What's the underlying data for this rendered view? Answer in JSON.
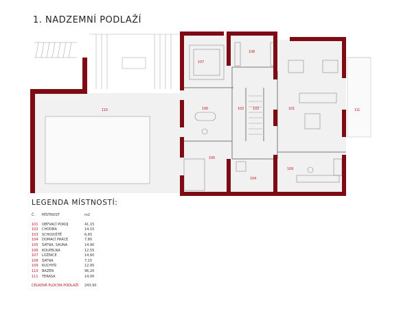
{
  "title": "1. NADZEMNÍ PODLAŽÍ",
  "legend": {
    "title": "LEGENDA MÍSTNOSTÍ:",
    "header": {
      "num": "Č.",
      "name": "MÍSTNOST",
      "area": "m2"
    },
    "rows": [
      {
        "num": "101",
        "name": "OBÝVACÍ POKOJ",
        "area": "41,15"
      },
      {
        "num": "102",
        "name": "CHODBA",
        "area": "14,10"
      },
      {
        "num": "103",
        "name": "SCHODIŠTĚ",
        "area": "6,65"
      },
      {
        "num": "104",
        "name": "DOMACÍ PRÁCE",
        "area": "7,80"
      },
      {
        "num": "105",
        "name": "ŠATNA, SAUNA",
        "area": "14,90"
      },
      {
        "num": "106",
        "name": "KOUPELNA",
        "area": "12,55"
      },
      {
        "num": "107",
        "name": "LOŽNICE",
        "area": "14,60"
      },
      {
        "num": "108",
        "name": "ŠATNA",
        "area": "7,15"
      },
      {
        "num": "109",
        "name": "KUCHYŇ",
        "area": "12,00"
      },
      {
        "num": "110",
        "name": "BAZÉN",
        "area": "96,20"
      },
      {
        "num": "111",
        "name": "TERASA",
        "area": "14,00"
      }
    ],
    "total": {
      "label": "CELKOVÁ PLOCHA PODLAŽÍ",
      "value": "243,90"
    }
  },
  "rooms": [
    {
      "id": "101"
    },
    {
      "id": "102"
    },
    {
      "id": "103"
    },
    {
      "id": "104"
    },
    {
      "id": "105"
    },
    {
      "id": "106"
    },
    {
      "id": "107"
    },
    {
      "id": "108"
    },
    {
      "id": "109"
    },
    {
      "id": "110"
    },
    {
      "id": "111"
    }
  ],
  "colors": {
    "wall": "#7e0a13",
    "label": "#c0141f",
    "pool": "#efefef"
  }
}
